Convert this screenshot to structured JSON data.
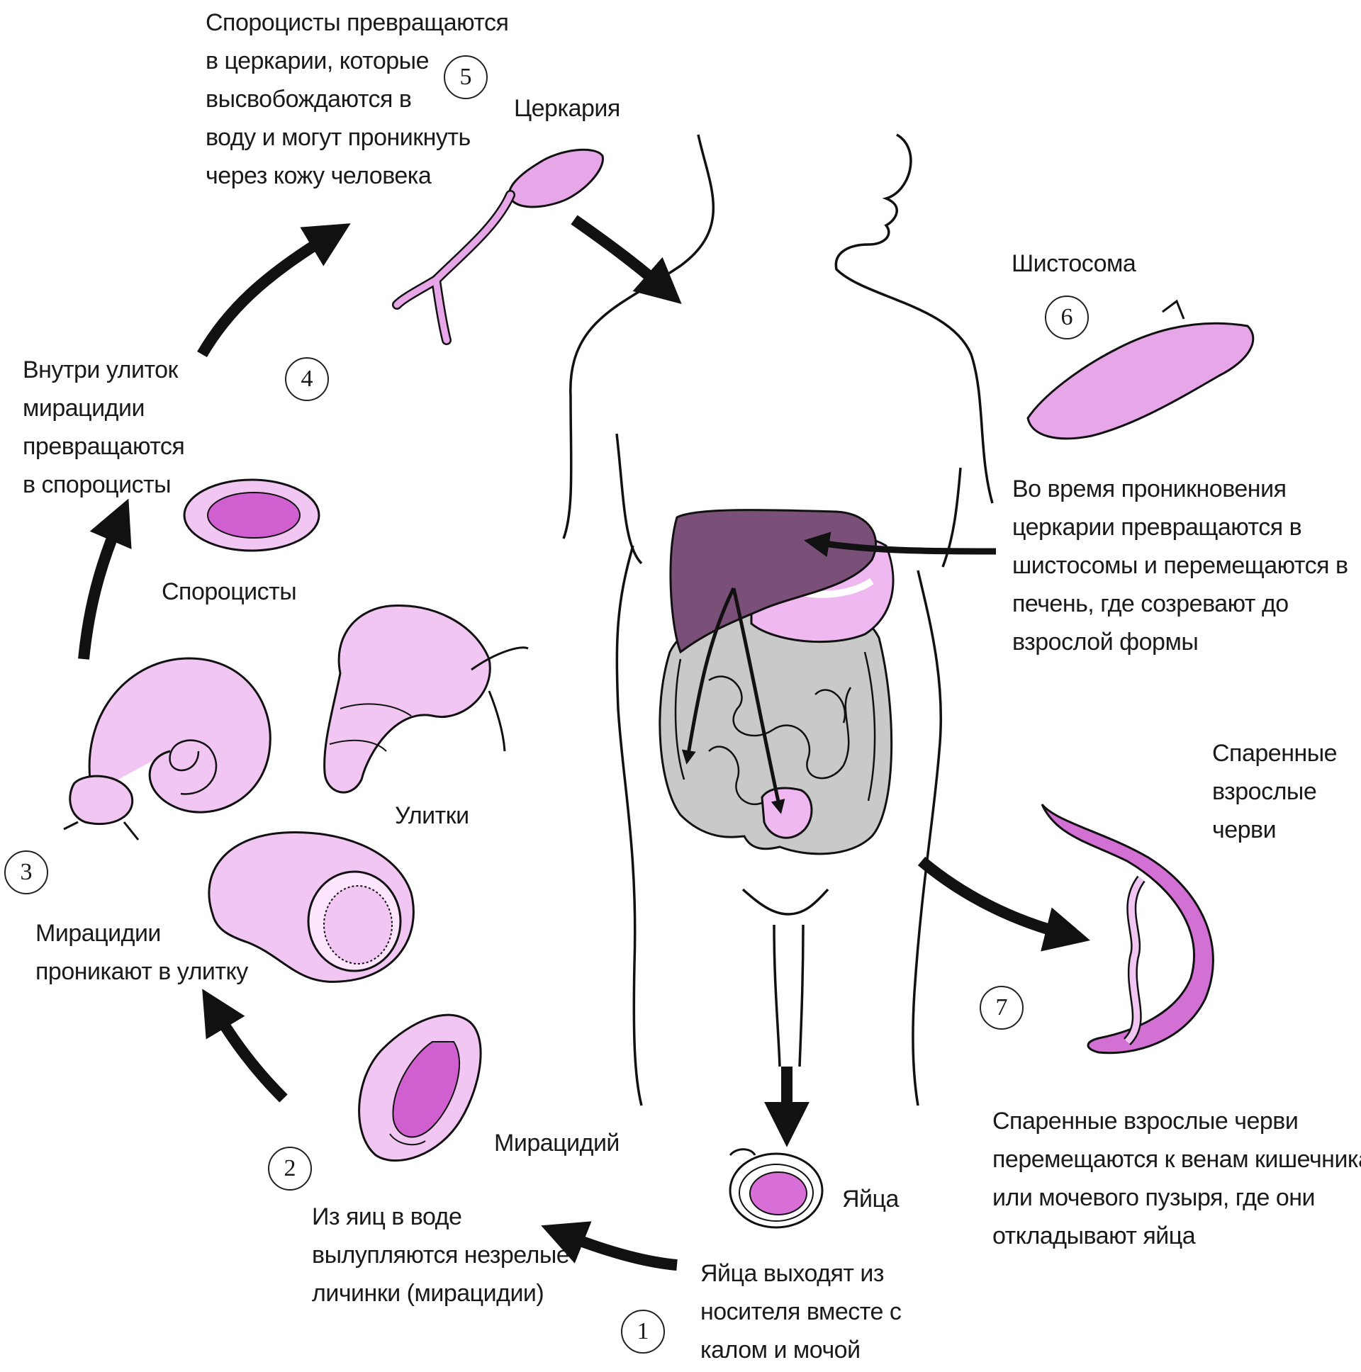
{
  "steps": [
    {
      "number": "1",
      "text": [
        "Яйца выходят из",
        "носителя вместе с",
        "калом и мочой"
      ]
    },
    {
      "number": "2",
      "text": [
        "Из яиц в воде",
        "вылупляются незрелые",
        "личинки (мирацидии)"
      ]
    },
    {
      "number": "3",
      "text": [
        "Мирацидии",
        "проникают в улитку"
      ]
    },
    {
      "number": "4",
      "text": [
        "Внутри улиток",
        "мирацидии",
        "превращаются",
        "в спороцисты"
      ]
    },
    {
      "number": "5",
      "text": [
        "Спороцисты превращаются",
        "в церкарии, которые",
        "высвобождаются в",
        "воду и могут проникнуть",
        "через кожу человека"
      ]
    },
    {
      "number": "6",
      "text": [
        "Во время проникновения",
        "церкарии превращаются в",
        "шистосомы и перемещаются в",
        "печень, где созревают до",
        "взрослой формы"
      ]
    },
    {
      "number": "7",
      "text": [
        "Спаренные взрослые черви",
        "перемещаются к венам кишечника",
        "или мочевого пузыря, где они",
        "откладывают яйца"
      ]
    }
  ],
  "labels": {
    "cercaria": "Церкария",
    "schistosome": "Шистосома",
    "paired_worms": [
      "Спаренные",
      "взрослые",
      "черви"
    ],
    "sporocysts": "Спороцисты",
    "snails": "Улитки",
    "miracidium": "Мирацидий",
    "eggs": "Яйца"
  },
  "colors": {
    "organism_fill": "#e7a6e8",
    "organism_dark": "#cc66cc",
    "liver": "#7a4f78",
    "intestine": "#c8c8c8",
    "arrow": "#111111"
  }
}
